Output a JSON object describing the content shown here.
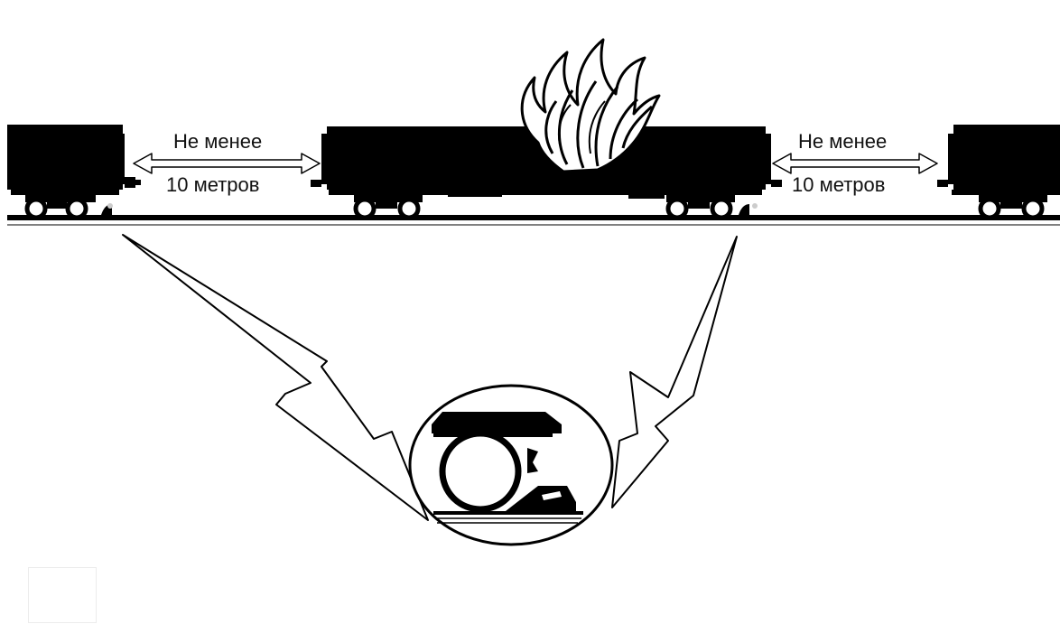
{
  "diagram": {
    "gap_left": {
      "line1": "Не менее",
      "line2": "10 метров"
    },
    "gap_right": {
      "line1": "Не менее",
      "line2": "10 метров"
    }
  },
  "colors": {
    "ink": "#000000",
    "background": "#ffffff",
    "shoe_gray": "#cccccc"
  },
  "icons": {
    "fire": "fire-icon",
    "brake_shoe_detail": "wheel-chock-icon"
  }
}
